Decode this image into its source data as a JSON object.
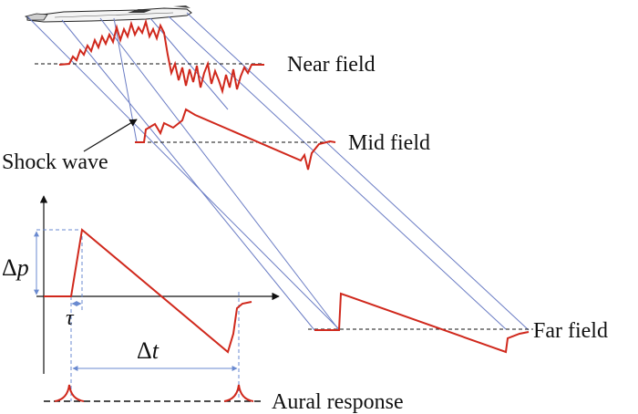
{
  "labels": {
    "near_field": "Near field",
    "mid_field": "Mid field",
    "far_field": "Far field",
    "shock_wave": "Shock wave",
    "aural_response": "Aural response",
    "delta_p_sym": "Δ",
    "delta_p_var": "p",
    "tau": "τ",
    "delta_t_sym": "Δ",
    "delta_t_var": "t"
  },
  "colors": {
    "signature": "#d0281c",
    "rays": "#6a7cc4",
    "axes": "#111111",
    "guides": "#6a8ad0"
  },
  "icons": {
    "aircraft": "supersonic-jet-icon"
  }
}
